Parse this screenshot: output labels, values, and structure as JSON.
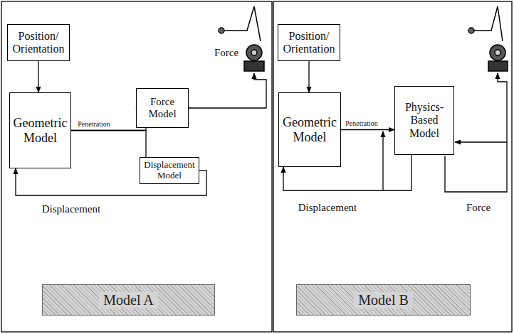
{
  "diagram": {
    "nodes": [
      {
        "text": [
          "Position/ Orientation"
        ]
      },
      {
        "text": [
          "Geometric Model"
        ]
      },
      {
        "text": [
          "Force Model"
        ]
      },
      {
        "text": [
          "Displacement Model"
        ]
      },
      {
        "text": [
          "Model A"
        ]
      },
      {
        "text": [
          "Position/ Orientation"
        ]
      },
      {
        "text": [
          "Geometric Model"
        ]
      },
      {
        "text": [
          "Physics-Based Model"
        ]
      },
      {
        "text": [
          "Model B"
        ]
      }
    ],
    "edges": [
      {
        "from": 0,
        "to": 1,
        "arrow": "to"
      },
      {
        "from": 1,
        "to": 2,
        "label": "Penetration",
        "arrow": "to"
      },
      {
        "from": 1,
        "to": 3,
        "arrow": "to"
      },
      {
        "from": 3,
        "to": 1,
        "label": "Displacement",
        "arrow": "to"
      },
      {
        "from": 5,
        "to": 6,
        "arrow": "to"
      },
      {
        "from": 6,
        "to": 7,
        "label": "Penetration",
        "arrow": "to"
      },
      {
        "from": 7,
        "to": 6,
        "label": "Displacement",
        "arrow": "to"
      }
    ],
    "labels": [
      "Force",
      "Force"
    ]
  }
}
